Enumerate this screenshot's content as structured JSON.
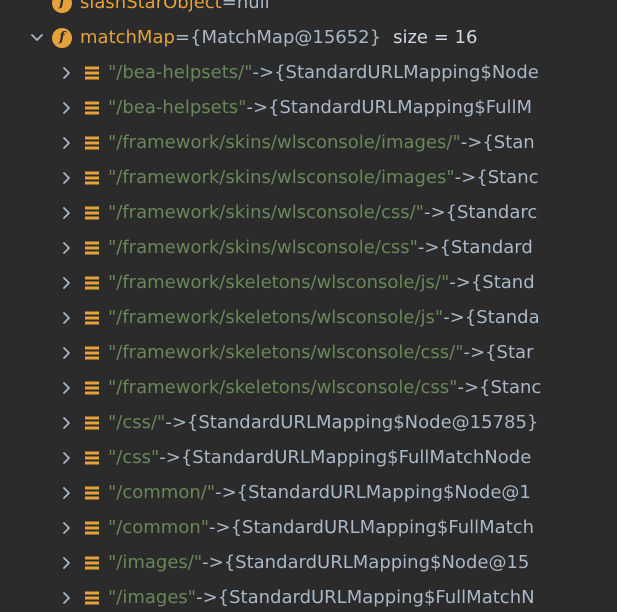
{
  "tree": {
    "top_partial": {
      "name": "slashStarObject",
      "sep": " = ",
      "value": "null"
    },
    "parent": {
      "name": "matchMap",
      "sep": " = ",
      "ref": "{MatchMap@15652}",
      "size_label": "size = 16"
    },
    "entries": [
      {
        "key": "\"/bea-helpsets/\"",
        "arrow": " -> ",
        "value": "{StandardURLMapping$Node"
      },
      {
        "key": "\"/bea-helpsets\"",
        "arrow": " -> ",
        "value": "{StandardURLMapping$FullM"
      },
      {
        "key": "\"/framework/skins/wlsconsole/images/\"",
        "arrow": " -> ",
        "value": "{Stan"
      },
      {
        "key": "\"/framework/skins/wlsconsole/images\"",
        "arrow": " -> ",
        "value": "{Stanc"
      },
      {
        "key": "\"/framework/skins/wlsconsole/css/\"",
        "arrow": " -> ",
        "value": "{Standarc"
      },
      {
        "key": "\"/framework/skins/wlsconsole/css\"",
        "arrow": " -> ",
        "value": "{Standard"
      },
      {
        "key": "\"/framework/skeletons/wlsconsole/js/\"",
        "arrow": " -> ",
        "value": "{Stand"
      },
      {
        "key": "\"/framework/skeletons/wlsconsole/js\"",
        "arrow": " -> ",
        "value": "{Standa"
      },
      {
        "key": "\"/framework/skeletons/wlsconsole/css/\"",
        "arrow": " -> ",
        "value": "{Star"
      },
      {
        "key": "\"/framework/skeletons/wlsconsole/css\"",
        "arrow": " -> ",
        "value": "{Stanc"
      },
      {
        "key": "\"/css/\"",
        "arrow": " -> ",
        "value": "{StandardURLMapping$Node@15785}"
      },
      {
        "key": "\"/css\"",
        "arrow": " -> ",
        "value": "{StandardURLMapping$FullMatchNode"
      },
      {
        "key": "\"/common/\"",
        "arrow": " -> ",
        "value": "{StandardURLMapping$Node@1"
      },
      {
        "key": "\"/common\"",
        "arrow": " -> ",
        "value": "{StandardURLMapping$FullMatch"
      },
      {
        "key": "\"/images/\"",
        "arrow": " -> ",
        "value": "{StandardURLMapping$Node@15"
      },
      {
        "key": "\"/images\"",
        "arrow": " -> ",
        "value": "{StandardURLMapping$FullMatchN"
      }
    ]
  },
  "icons": {
    "field_icon_letter": "f",
    "field_icon_color": "#e6a13a",
    "entry_icon_color": "#e6a13a",
    "chevron_color": "#a9b7c6"
  },
  "colors": {
    "background": "#2b2b2b",
    "string_key": "#6a8759",
    "text": "#a9b7c6",
    "field_name": "#e6a13a"
  }
}
